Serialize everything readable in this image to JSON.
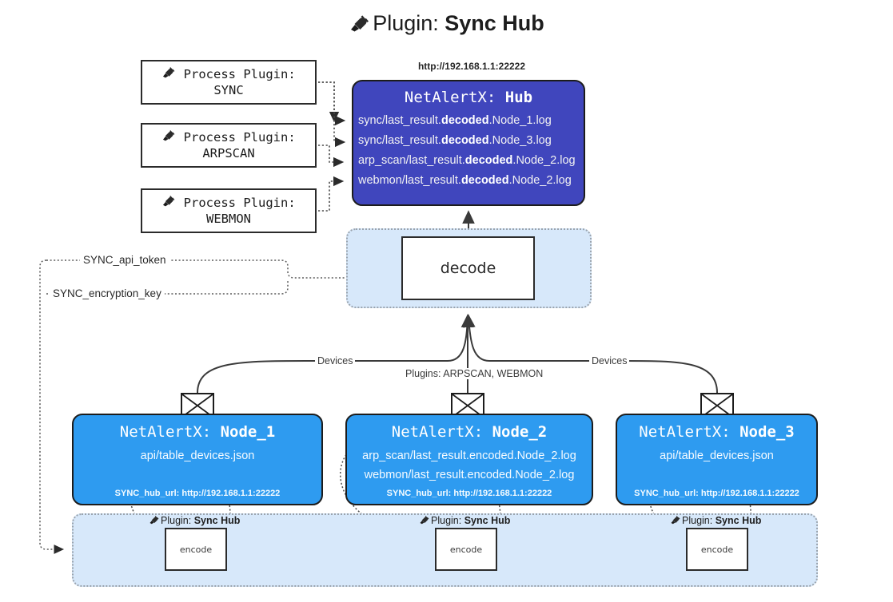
{
  "title": {
    "icon": "plug-icon",
    "lead": "Plugin:",
    "strong": "Sync Hub"
  },
  "process_plugins": [
    {
      "icon": "plug-icon",
      "line1": "Process Plugin:",
      "line2": "SYNC"
    },
    {
      "icon": "plug-icon",
      "line1": "Process Plugin:",
      "line2": "ARPSCAN"
    },
    {
      "icon": "plug-icon",
      "line1": "Process Plugin:",
      "line2": "WEBMON"
    }
  ],
  "hub": {
    "url": "http://192.168.1.1:22222",
    "title_prefix": "NetAlertX:",
    "title_name": "Hub",
    "rows": [
      {
        "pre": "sync/last_result.",
        "mid": "decoded",
        "post": ".Node_1.log"
      },
      {
        "pre": "sync/last_result.",
        "mid": "decoded",
        "post": ".Node_3.log"
      },
      {
        "pre": "arp_scan/last_result.",
        "mid": "decoded",
        "post": ".Node_2.log"
      },
      {
        "pre": "webmon/last_result.",
        "mid": "decoded",
        "post": ".Node_2.log"
      }
    ]
  },
  "decode": {
    "label": "decode"
  },
  "tokens": [
    {
      "label": "SYNC_api_token"
    },
    {
      "label": "SYNC_encryption_key"
    }
  ],
  "edge_labels": {
    "devices_left": "Devices",
    "devices_right": "Devices",
    "plugins_center": "Plugins: ARPSCAN, WEBMON"
  },
  "nodes": [
    {
      "title_prefix": "NetAlertX:",
      "title_name": "Node_1",
      "lines": [
        "api/table_devices.json"
      ],
      "footer": "SYNC_hub_url: http://192.168.1.1:22222",
      "envelope_icon": "envelope-icon"
    },
    {
      "title_prefix": "NetAlertX:",
      "title_name": "Node_2",
      "lines": [
        "arp_scan/last_result.encoded.Node_2.log",
        "webmon/last_result.encoded.Node_2.log"
      ],
      "footer": "SYNC_hub_url: http://192.168.1.1:22222",
      "envelope_icon": "envelope-icon"
    },
    {
      "title_prefix": "NetAlertX:",
      "title_name": "Node_3",
      "lines": [
        "api/table_devices.json"
      ],
      "footer": "SYNC_hub_url: http://192.168.1.1:22222",
      "envelope_icon": "envelope-icon"
    }
  ],
  "encoders": [
    {
      "plugin_lead": "Plugin:",
      "plugin_strong": "Sync Hub",
      "icon": "plug-icon",
      "label": "encode"
    },
    {
      "plugin_lead": "Plugin:",
      "plugin_strong": "Sync Hub",
      "icon": "plug-icon",
      "label": "encode"
    },
    {
      "plugin_lead": "Plugin:",
      "plugin_strong": "Sync Hub",
      "icon": "plug-icon",
      "label": "encode"
    }
  ],
  "colors": {
    "hub_fill": "#4046bd",
    "node_fill": "#2e9bf0",
    "container_fill": "#d7e8fa",
    "stroke": "#1c1c1c",
    "dotted": "#9aa3ad"
  }
}
